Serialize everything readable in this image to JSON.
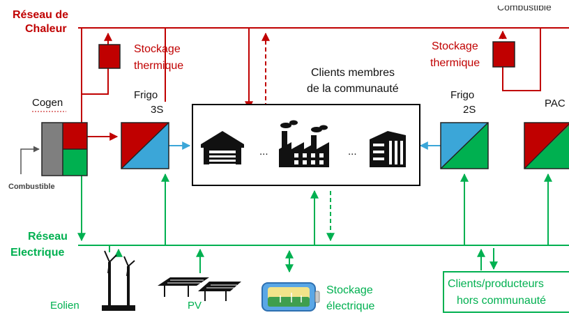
{
  "colors": {
    "heat": "#c00000",
    "electric": "#00b050",
    "cold": "#3ba6d8",
    "cogen_gray": "#7f7f7f",
    "text": "#000000"
  },
  "networks": {
    "heat": [
      "Réseau de",
      "Chaleur"
    ],
    "electric": [
      "Réseau",
      "Electrique"
    ]
  },
  "top_right_label": "Combustible",
  "cogen": {
    "label": "Cogen",
    "fuel_label": "Combustible"
  },
  "storage_thermal_left": [
    "Stockage",
    "thermique"
  ],
  "storage_thermal_right": [
    "Stockage",
    "thermique"
  ],
  "frigo_3s": [
    "Frigo",
    "3S"
  ],
  "frigo_2s": [
    "Frigo",
    "2S"
  ],
  "pac": "PAC",
  "community": {
    "title": [
      "Clients membres",
      "de la communauté"
    ],
    "ellipsis_1": "...",
    "ellipsis_2": "...",
    "icons": [
      "warehouse-icon",
      "factory-icon",
      "office-building-icon"
    ]
  },
  "producers": {
    "wind": "Eolien",
    "pv": "PV",
    "storage_electric": [
      "Stockage",
      "électrique"
    ],
    "external_clients": [
      "Clients/producteurs",
      "hors communauté"
    ]
  }
}
